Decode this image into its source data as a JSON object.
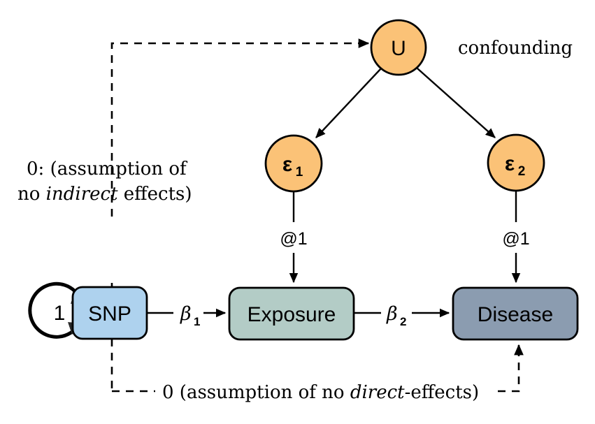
{
  "diagram": {
    "title": "Mendelian randomization causal path diagram",
    "background": "#ffffff",
    "nodes": {
      "snp": {
        "label": "SNP",
        "shape": "rounded-rect",
        "color": "#aed2ee"
      },
      "exposure": {
        "label": "Exposure",
        "shape": "rounded-rect",
        "color": "#b3ccc6"
      },
      "disease": {
        "label": "Disease",
        "shape": "rounded-rect",
        "color": "#8b9cb0"
      },
      "u": {
        "label": "U",
        "shape": "circle",
        "color": "#fbc277"
      },
      "eps1": {
        "label": "ε",
        "sub": "1",
        "shape": "circle",
        "color": "#fbc277"
      },
      "eps2": {
        "label": "ε",
        "sub": "2",
        "shape": "circle",
        "color": "#fbc277"
      }
    },
    "edge_labels": {
      "beta1": {
        "symbol": "β",
        "sub": "1"
      },
      "beta2": {
        "symbol": "β",
        "sub": "2"
      },
      "eps1_to_exposure": "@1",
      "eps2_to_disease": "@1",
      "snp_self_loop": "1"
    },
    "annotations": {
      "confounding": "confounding",
      "indirect": {
        "line1": "0: (assumption of",
        "line2_pre": "no ",
        "line2_em": "indirect",
        "line2_post": " effects)"
      },
      "direct": {
        "pre": "0 (assumption of no ",
        "em": "direct",
        "post": "-effects)"
      }
    },
    "colors": {
      "snp_fill": "#aed2ee",
      "exposure_fill": "#b3ccc6",
      "disease_fill": "#8b9cb0",
      "circle_fill": "#fbc277",
      "stroke": "#000000"
    }
  }
}
